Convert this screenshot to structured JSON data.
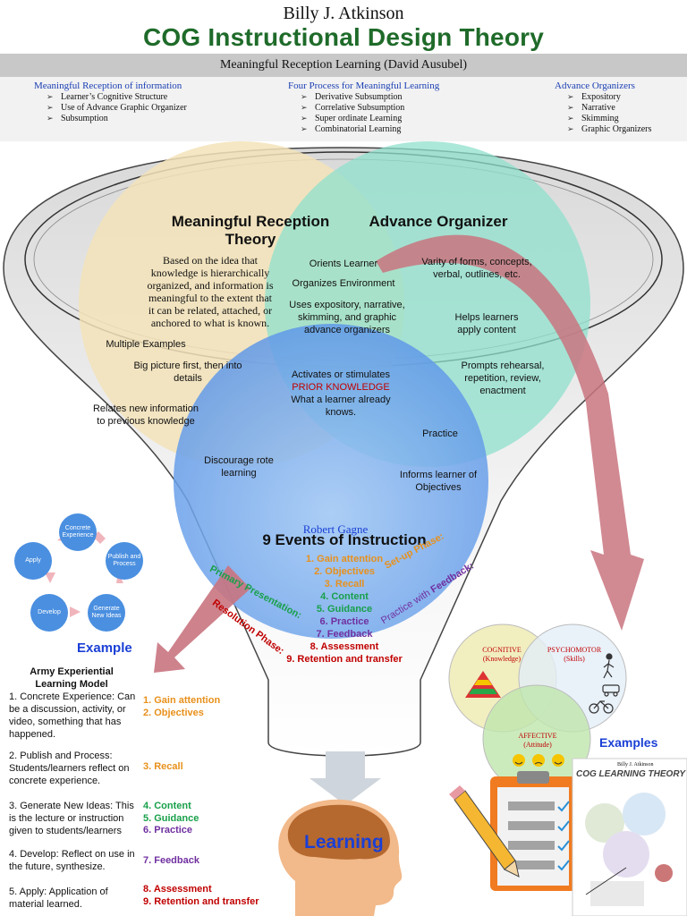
{
  "header": {
    "author": "Billy J. Atkinson",
    "title": "COG Instructional Design Theory",
    "banner": "Meaningful Reception Learning (David Ausubel)"
  },
  "columns": [
    {
      "heading": "Meaningful Reception of information",
      "items": [
        "Learner’s Cognitive Structure",
        "Use of Advance Graphic Organizer",
        "Subsumption"
      ]
    },
    {
      "heading": "Four Process for Meaningful Learning",
      "items": [
        "Derivative Subsumption",
        "Correlative Subsumption",
        "Super ordinate Learning",
        "Combinatorial Learning"
      ]
    },
    {
      "heading": "Advance Organizers",
      "items": [
        "Expository",
        "Narrative",
        "Skimming",
        "Graphic Organizers"
      ]
    }
  ],
  "venn": {
    "left_title": "Meaningful Reception Theory",
    "left_text": "Based on the idea that knowledge is hierarchically organized, and information is meaningful to the extent that it can be related, attached, or anchored to what is known.",
    "left_items": [
      "Multiple Examples",
      "Big picture first, then into details",
      "Relates new information to previous knowledge"
    ],
    "right_title": "Advance Organizer",
    "right_items": [
      "Varity of forms, concepts, verbal, outlines, etc.",
      "Helps learners apply content",
      "Prompts rehearsal, repetition, review, enactment"
    ],
    "overlap_items": [
      "Orients Learner",
      "Organizes Environment",
      "Uses expository, narrative, skimming, and graphic advance organizers"
    ],
    "center_line1": "Activates or stimulates",
    "center_highlight": "PRIOR KNOWLEDGE",
    "center_line2": "What a learner already knows.",
    "left_bottom_item": "Discourage rote learning",
    "right_bottom_items": [
      "Practice",
      "Informs learner of Objectives"
    ],
    "gagne_name": "Robert Gagne",
    "gagne_title": "9 Events of Instruction",
    "events": [
      "1. Gain attention",
      "2. Objectives",
      "3. Recall",
      "4. Content",
      "5. Guidance",
      "6. Practice",
      "7. Feedback",
      "8. Assessment",
      "9. Retention and transfer"
    ],
    "phases": {
      "primary": "Primary Presentation:",
      "setup": "Set-up Phase:",
      "practice_prefix": "Practice with ",
      "practice_word": "Feedback:",
      "resolution": "Resolution Phase:"
    }
  },
  "cycle": {
    "nodes": [
      "Concrete Experience",
      "Publish and Process",
      "Generate New Ideas",
      "Develop",
      "Apply"
    ],
    "label": "Example"
  },
  "army": {
    "title": "Army Experiential Learning Model",
    "steps": [
      "1. Concrete Experience: Can be a discussion, activity, or video, something that has happened.",
      "2. Publish and Process: Students/learners reflect on concrete experience.",
      "3. Generate New Ideas: This is the lecture or instruction given to students/learners",
      "4. Develop: Reflect on use in the future, synthesize.",
      "5. Apply: Application of material learned."
    ]
  },
  "domains": {
    "cognitive": "COGNITIVE",
    "cognitive_sub": "(Knowledge)",
    "psychomotor": "PSYCHOMOTOR",
    "psychomotor_sub": "(Skills)",
    "affective": "AFFECTIVE",
    "affective_sub": "(Attitude)",
    "label": "Examples"
  },
  "learning_label": "Learning",
  "thumb_title": "COG LEARNING THEORY",
  "thumb_author": "Billy J. Atkinson",
  "colors": {
    "title_green": "#1f6b2a",
    "orange": "#e8901b",
    "green": "#18a04a",
    "purple": "#7030a0",
    "red": "#c00000",
    "blue": "#1a3fd6"
  }
}
